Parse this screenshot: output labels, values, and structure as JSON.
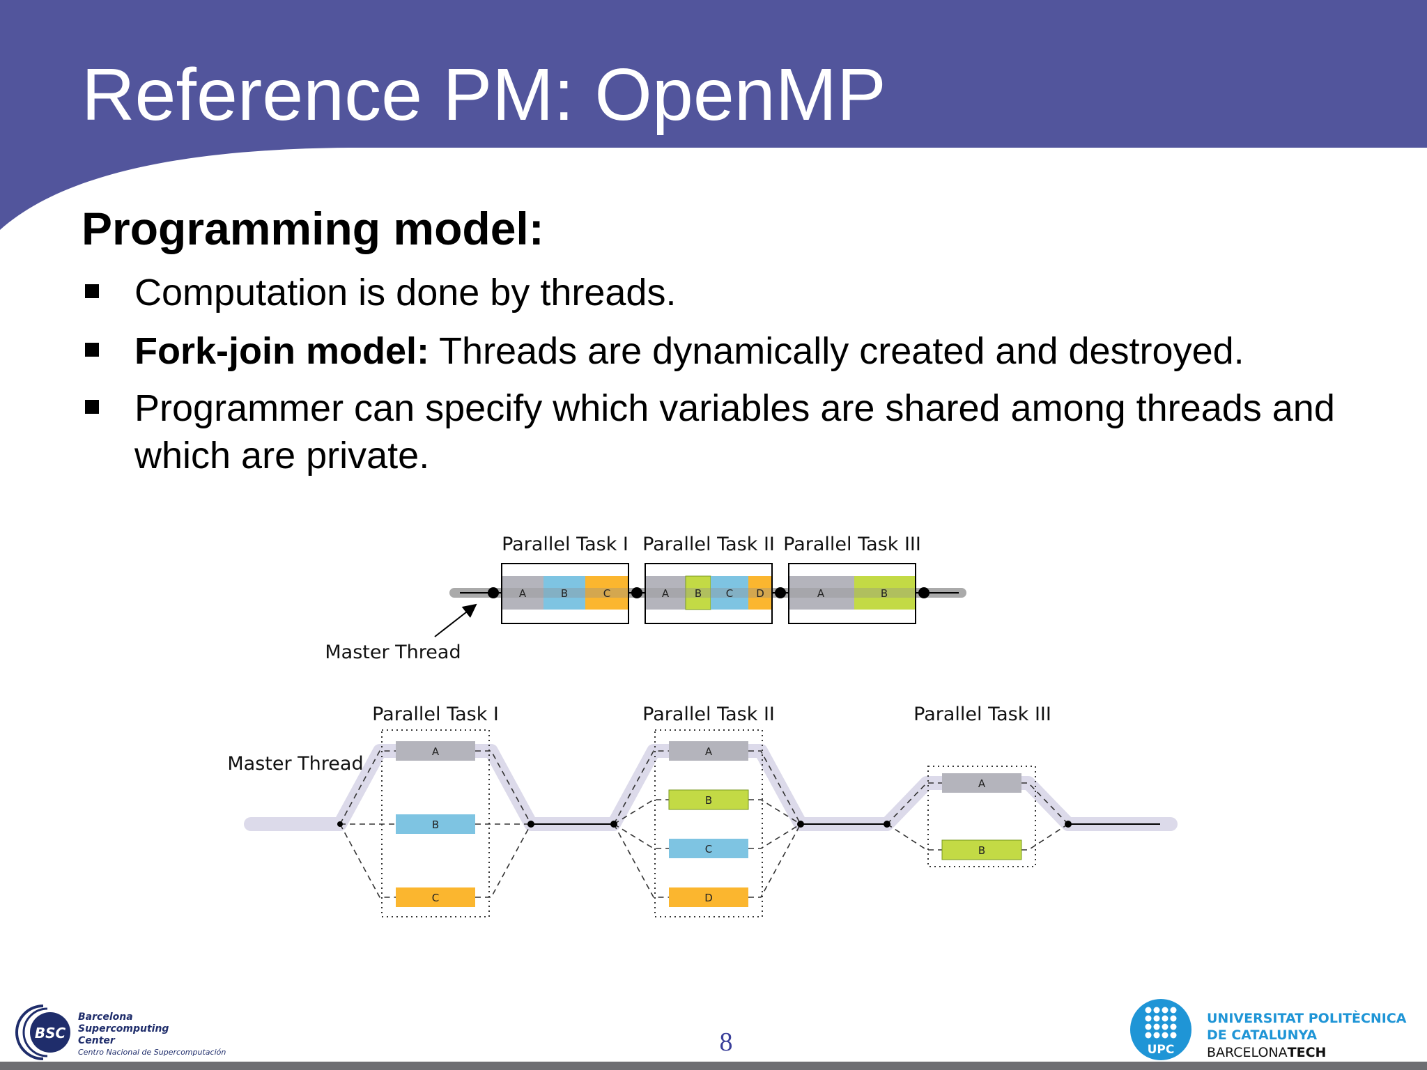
{
  "slide": {
    "title": "Reference PM: OpenMP",
    "heading": "Programming model:",
    "bullets": [
      {
        "bold": "",
        "text": "Computation is done by threads."
      },
      {
        "bold": "Fork-join model:",
        "text": " Threads are dynamically created and destroyed."
      },
      {
        "bold": "",
        "text": "Programmer can specify which variables are shared among threads and which are private."
      }
    ],
    "page_number": "8"
  },
  "diagram": {
    "top": {
      "task_labels": [
        "Parallel Task I",
        "Parallel Task II",
        "Parallel Task III"
      ],
      "master_label": "Master Thread",
      "tasks": [
        {
          "segments": [
            "A",
            "B",
            "C"
          ]
        },
        {
          "segments": [
            "A",
            "B",
            "C",
            "D"
          ]
        },
        {
          "segments": [
            "A",
            "B"
          ]
        }
      ]
    },
    "bottom": {
      "task_labels": [
        "Parallel Task I",
        "Parallel Task II",
        "Parallel Task III"
      ],
      "master_label": "Master Thread",
      "tasks": [
        {
          "threads": [
            "A",
            "B",
            "C"
          ]
        },
        {
          "threads": [
            "A",
            "B",
            "C",
            "D"
          ]
        },
        {
          "threads": [
            "A",
            "B"
          ]
        }
      ]
    }
  },
  "logos": {
    "bsc": {
      "badge": "BSC",
      "line1": "Barcelona",
      "line2": "Supercomputing",
      "line3": "Center",
      "line4": "Centro Nacional de Supercomputación"
    },
    "upc": {
      "badge": "UPC",
      "line1": "UNIVERSITAT POLITÈCNICA",
      "line2": "DE CATALUNYA",
      "line3_regular": "BARCELONA",
      "line3_bold": "TECH"
    }
  },
  "colors": {
    "header": "#52559c",
    "thread_a": "#b4b4bc",
    "thread_b": "#7ec4e2",
    "thread_c": "#fbb62f",
    "thread_green": "#c3da45",
    "master_line": "#dcdaea",
    "page_number": "#3a3f9a"
  }
}
